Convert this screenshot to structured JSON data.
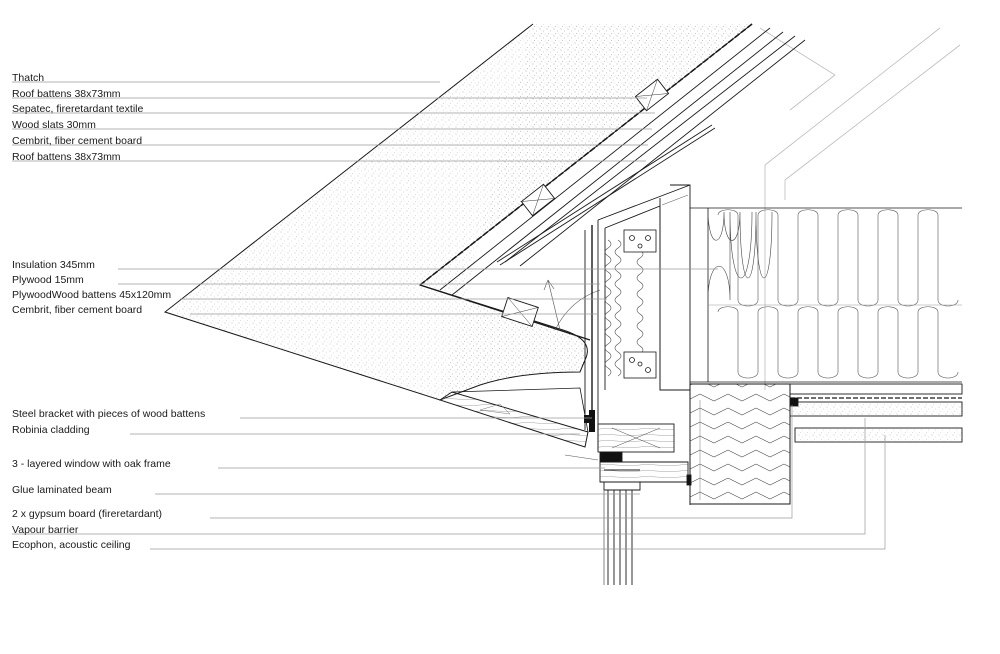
{
  "labels": [
    "Thatch",
    "Roof battens 38x73mm",
    "Sepatec, fireretardant textile",
    "Wood slats 30mm",
    "Cembrit, fiber cement board",
    "Roof battens 38x73mm",
    "Insulation 345mm",
    "Plywood 15mm",
    "PlywoodWood battens 45x120mm",
    "Cembrit, fiber cement board",
    "Steel bracket with pieces of wood battens",
    "Robinia cladding",
    "3 - layered window with oak frame",
    "Glue laminated beam",
    "2 x gypsum board (fireretardant)",
    "Vapour barrier",
    "Ecophon, acoustic ceiling"
  ],
  "colors": {
    "line": "#1a1a1a",
    "leader": "#9a9a9a",
    "stipple": "#bdbdbd",
    "fill_dark": "#111111"
  }
}
